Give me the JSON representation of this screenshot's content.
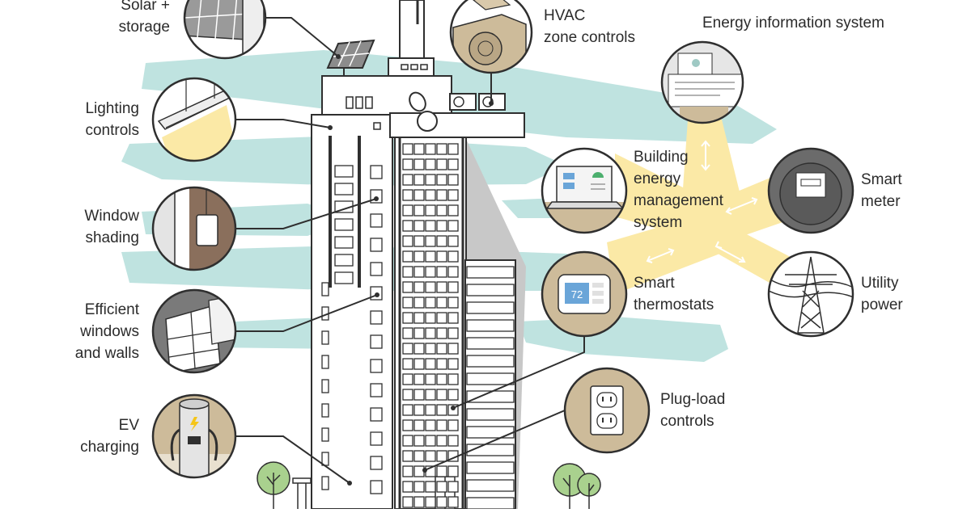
{
  "labels": {
    "solar": "Solar +\nstorage",
    "lighting": "Lighting\ncontrols",
    "shading": "Window\nshading",
    "windows": "Efficient\nwindows\nand walls",
    "ev": "EV\ncharging",
    "hvac": "HVAC\nzone controls",
    "eis": "Energy information system",
    "bems": "Building\nenergy\nmanagement\nsystem",
    "meter": "Smart\nmeter",
    "utility": "Utility\npower",
    "thermostat": "Smart\nthermostats",
    "plugload": "Plug-load\ncontrols"
  },
  "thermostat_reading": "72",
  "colors": {
    "sky": "#bfe3e0",
    "energy_flow": "#fbe9a6",
    "outline": "#2f2f2f",
    "tan": "#cdbb9a",
    "tree": "#a9d18e"
  }
}
